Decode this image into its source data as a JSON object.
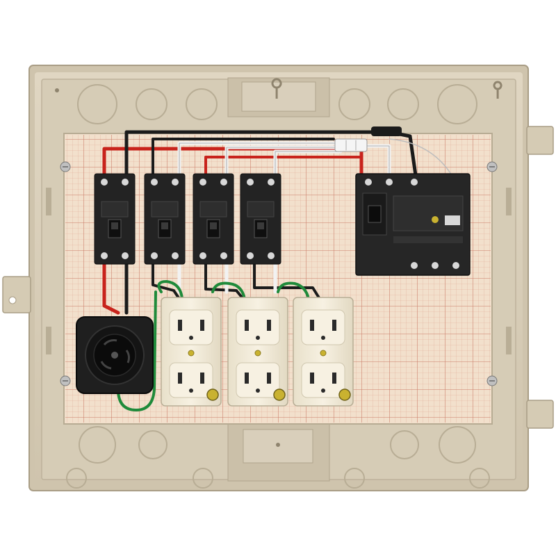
{
  "colors": {
    "background": "#ffffff",
    "enclosure": "#d9cfba",
    "enclosure_shadow": "#b9ae96",
    "backplate": "#f2e0cc",
    "grid_line": "#d69a86",
    "breaker": "#232323",
    "outlet": "#f2ead6",
    "wire_red": "#c8231c",
    "wire_white": "#f2f2f2",
    "wire_black": "#1b1b1b",
    "wire_green": "#1f8a3a"
  },
  "icons": {
    "breakers": "circuit-breaker-icon",
    "leakage_breaker": "earth-leakage-breaker-icon",
    "twist_lock_receptacle": "twist-lock-receptacle-icon",
    "duplex_outlets": "duplex-outlet-icon"
  },
  "counts": {
    "branch_breakers": 4,
    "duplex_outlets": 3,
    "twist_lock_receptacles": 1
  }
}
